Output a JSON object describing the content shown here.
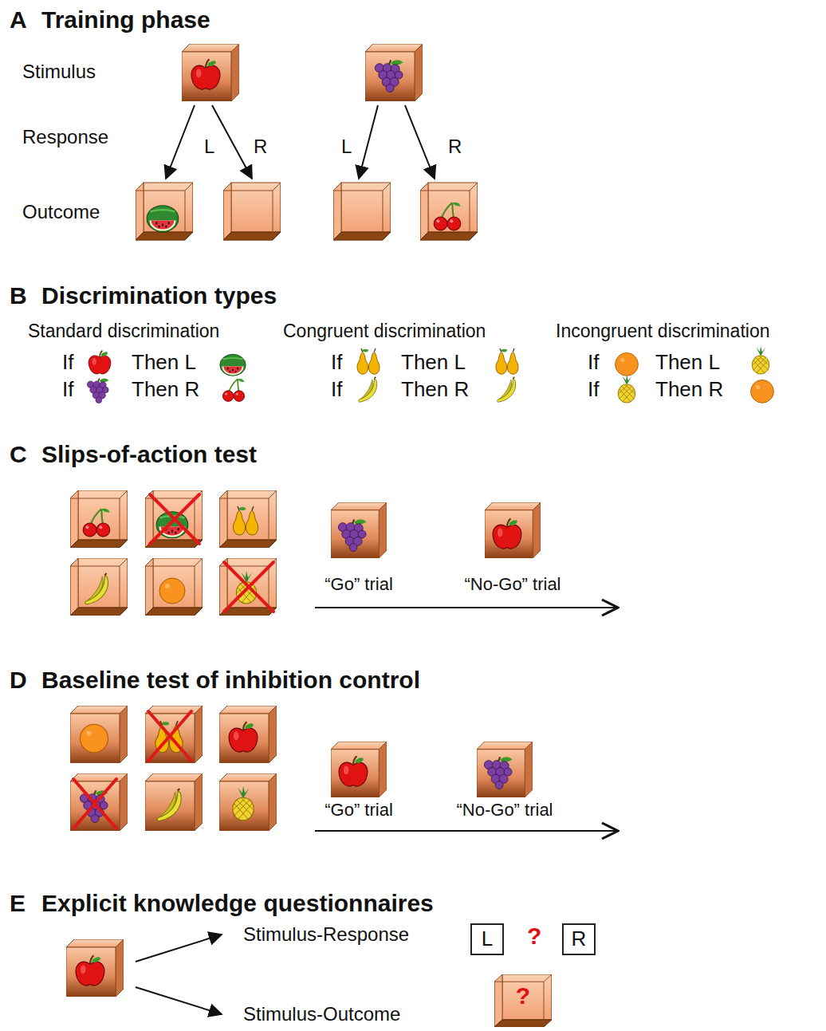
{
  "diagram": {
    "nodes": [
      {
        "text": [
          "L"
        ]
      },
      {
        "text": [
          "R"
        ]
      },
      {
        "text": [
          "?"
        ]
      }
    ],
    "labels": [
      "A",
      "Training phase",
      "Stimulus",
      "Response",
      "L",
      "R",
      "L",
      "R",
      "Outcome",
      "B",
      "Discrimination types",
      "Standard discrimination",
      "Congruent discrimination",
      "Incongruent discrimination",
      "If",
      "Then L",
      "If",
      "Then R",
      "If",
      "Then L",
      "If",
      "Then R",
      "If",
      "Then L",
      "If",
      "Then R",
      "C",
      "Slips-of-action test",
      "“Go” trial",
      "“No-Go” trial",
      "D",
      "Baseline test of inhibition control",
      "“Go” trial",
      "“No-Go” trial",
      "E",
      "Explicit knowledge questionnaires",
      "Stimulus-Response",
      "?",
      "Stimulus-Outcome"
    ]
  }
}
